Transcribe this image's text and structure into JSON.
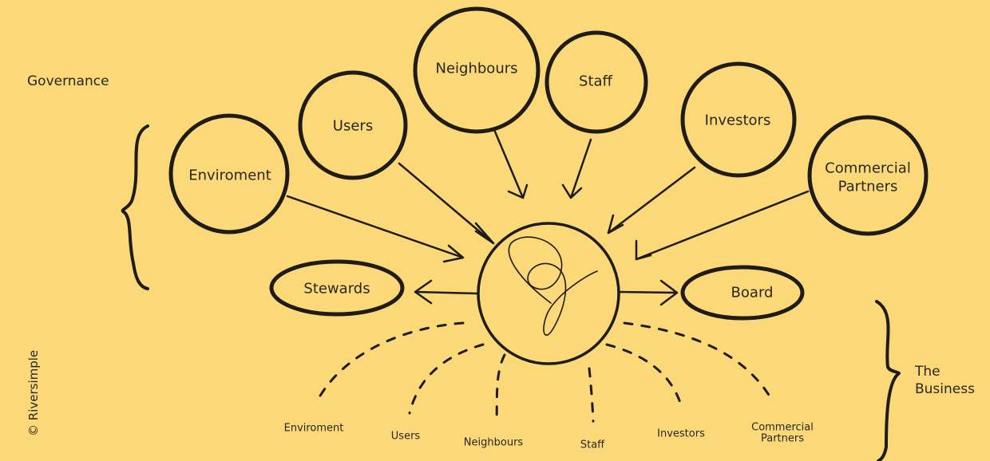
{
  "sections": {
    "governance": "Governance",
    "business_line1": "The",
    "business_line2": "Business"
  },
  "center_icon": "loop-scribble-icon",
  "governance_nodes": [
    {
      "label": "Enviroment"
    },
    {
      "label": "Users"
    },
    {
      "label": "Neighbours"
    },
    {
      "label": "Staff"
    },
    {
      "label": "Investors"
    },
    {
      "label_line1": "Commercial",
      "label_line2": "Partners"
    }
  ],
  "output_nodes": [
    {
      "label": "Stewards"
    },
    {
      "label": "Board"
    }
  ],
  "business_labels": [
    {
      "label": "Enviroment"
    },
    {
      "label": "Users"
    },
    {
      "label": "Neighbours"
    },
    {
      "label": "Staff"
    },
    {
      "label": "Investors"
    },
    {
      "label_line1": "Commercial",
      "label_line2": "Partners"
    }
  ],
  "copyright": "© Riversimple",
  "colors": {
    "background": "#fbd978",
    "ink": "#1f1b16"
  }
}
